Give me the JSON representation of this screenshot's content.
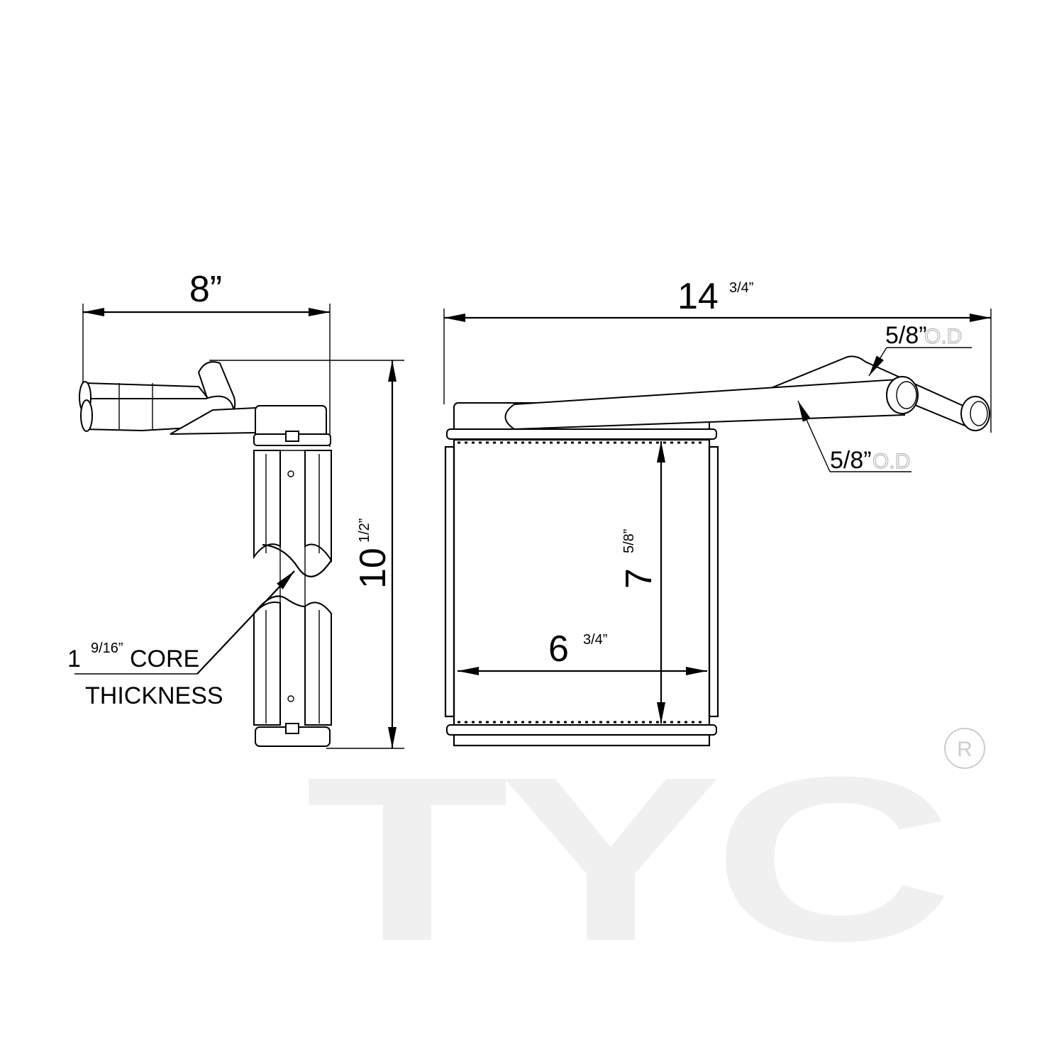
{
  "title": "Heater core dimension drawing",
  "side_view": {
    "width_label": "8”",
    "height_whole": "10",
    "height_fraction": "1/2”",
    "core_whole": "1",
    "core_fraction": "9/16”",
    "core_line1": "CORE",
    "core_line2": "THICKNESS"
  },
  "front_view": {
    "width_whole": "14",
    "width_fraction": "3/4”",
    "inner_height_whole": "7",
    "inner_height_fraction": "5/8”",
    "inner_width_whole": "6",
    "inner_width_fraction": "3/4”",
    "tube_upper_size": "5/8”",
    "tube_upper_unit": "O.D",
    "tube_lower_size": "5/8”",
    "tube_lower_unit": "O.D"
  },
  "logo": {
    "text": "TYC",
    "registered": "R"
  }
}
